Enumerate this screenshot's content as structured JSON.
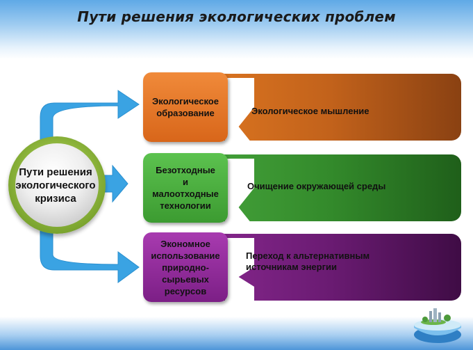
{
  "title": "Пути решения экологических проблем",
  "hub": {
    "label": "Пути решения\nэкологического\nкризиса"
  },
  "rows": [
    {
      "box_label": "Экологическое\nобразование",
      "description": "Экологическое мышление",
      "box_color": "#e0701e",
      "bar_color": "#b85a18"
    },
    {
      "box_label": "Безотходные\nи\nмалоотходные\nтехнологии",
      "description": "Очищение окружающей среды",
      "box_color": "#43a53a",
      "bar_color": "#2f7f28"
    },
    {
      "box_label": "Экономное\nиспользование\nприродно-\nсырьевых\nресурсов",
      "description": "Переход к альтернативным\nисточникам энергии",
      "box_color": "#8e2a95",
      "bar_color": "#5a1562"
    }
  ],
  "colors": {
    "arrow": "#3aa3e3",
    "hub_ring": "#8bb33a"
  }
}
